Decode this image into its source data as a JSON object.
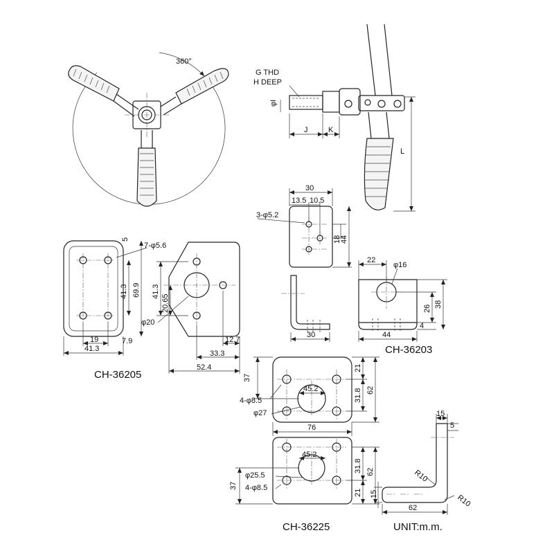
{
  "top_view": {
    "rotation_label": "360°"
  },
  "side_view": {
    "thread_label_1": "G THD",
    "thread_label_2": "H DEEP",
    "dia_label": "φI",
    "j_label": "J",
    "k_label": "K",
    "l_label": "L"
  },
  "ch36205": {
    "name": "CH-36205",
    "holes": "7-φ5.6",
    "d5": "5",
    "d41_3v": "41.3",
    "d69_9": "69.9",
    "d41_3v2": "41.3",
    "d20_65": "20.65",
    "dphi20": "φ20",
    "d19": "19",
    "d7_9": "7.9",
    "d41_3h": "41.3",
    "d12_7": "12.7",
    "d33_3": "33.3",
    "d52_4": "52.4"
  },
  "ch36203": {
    "name": "CH-36203",
    "d30": "30",
    "d13_5": "13.5",
    "d10_5": "10.5",
    "holes": "3-φ5.2",
    "d18": "18",
    "d44v": "44",
    "d30b": "30",
    "d22": "22",
    "dphi16": "φ16",
    "d26": "26",
    "d38": "38",
    "d4": "4",
    "d44h": "44"
  },
  "ch36225": {
    "name": "CH-36225",
    "d37a": "37",
    "d45_2a": "45.2",
    "holes_a": "4-φ8.5",
    "dphi27": "φ27",
    "d21a": "21",
    "d31_8a": "31.8",
    "d62a": "62",
    "d76": "76",
    "d45_2b": "45.2",
    "dphi25_5": "φ25.5",
    "holes_b": "4-φ8.5",
    "d37b": "37",
    "d31_8b": "31.8",
    "d62b": "62",
    "d21b": "21",
    "d15a": "15",
    "d5": "5",
    "r10a": "R10",
    "r10b": "R10",
    "d15b": "15",
    "d62c": "62"
  },
  "unit": "UNIT:m.m."
}
